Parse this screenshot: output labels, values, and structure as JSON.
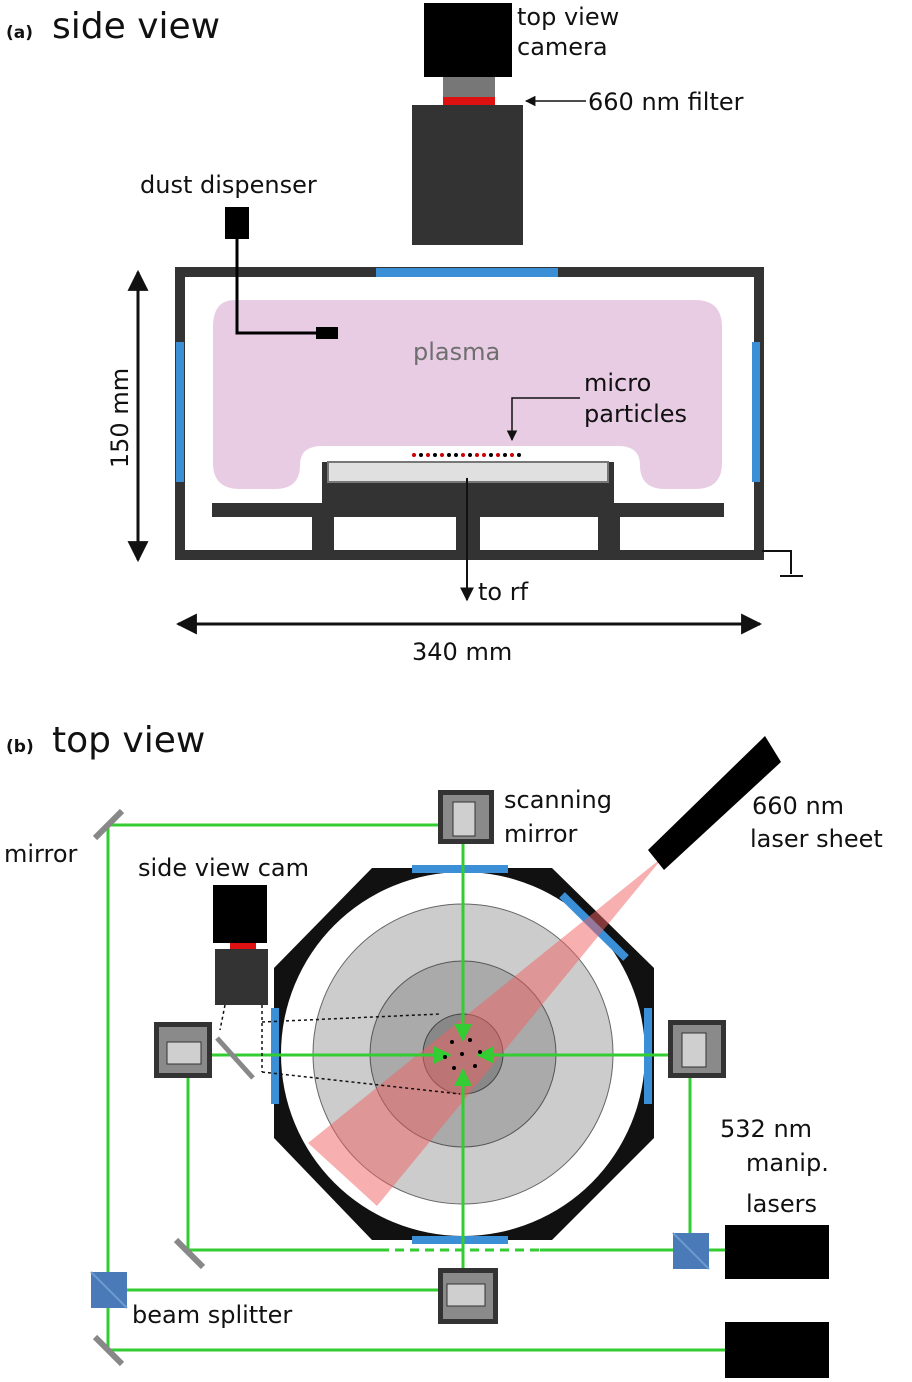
{
  "panel_a": {
    "tag": "(a)",
    "title": "side view",
    "labels": {
      "camera_line1": "top view",
      "camera_line2": "camera",
      "filter": "660 nm filter",
      "dust": "dust dispenser",
      "plasma": "plasma",
      "micro_line1": "micro",
      "micro_line2": "particles",
      "height": "150 mm",
      "width": "340 mm",
      "rf": "to rf"
    }
  },
  "panel_b": {
    "tag": "(b)",
    "title": "top view",
    "labels": {
      "scan_line1": "scanning",
      "scan_line2": "mirror",
      "laser_line1": "660 nm",
      "laser_line2": "laser sheet",
      "mirror": "mirror",
      "sidecam": "side view cam",
      "manip_line1": "532 nm",
      "manip_line2": "manip.",
      "manip_line3": "lasers",
      "splitter": "beam splitter"
    }
  },
  "colors": {
    "window": "#3a8fd6",
    "plasma": "#e8cce4",
    "green_beam": "#33cc33",
    "red_filter": "#dd1111",
    "laser_sheet": "#f08080",
    "frame": "#333333"
  }
}
